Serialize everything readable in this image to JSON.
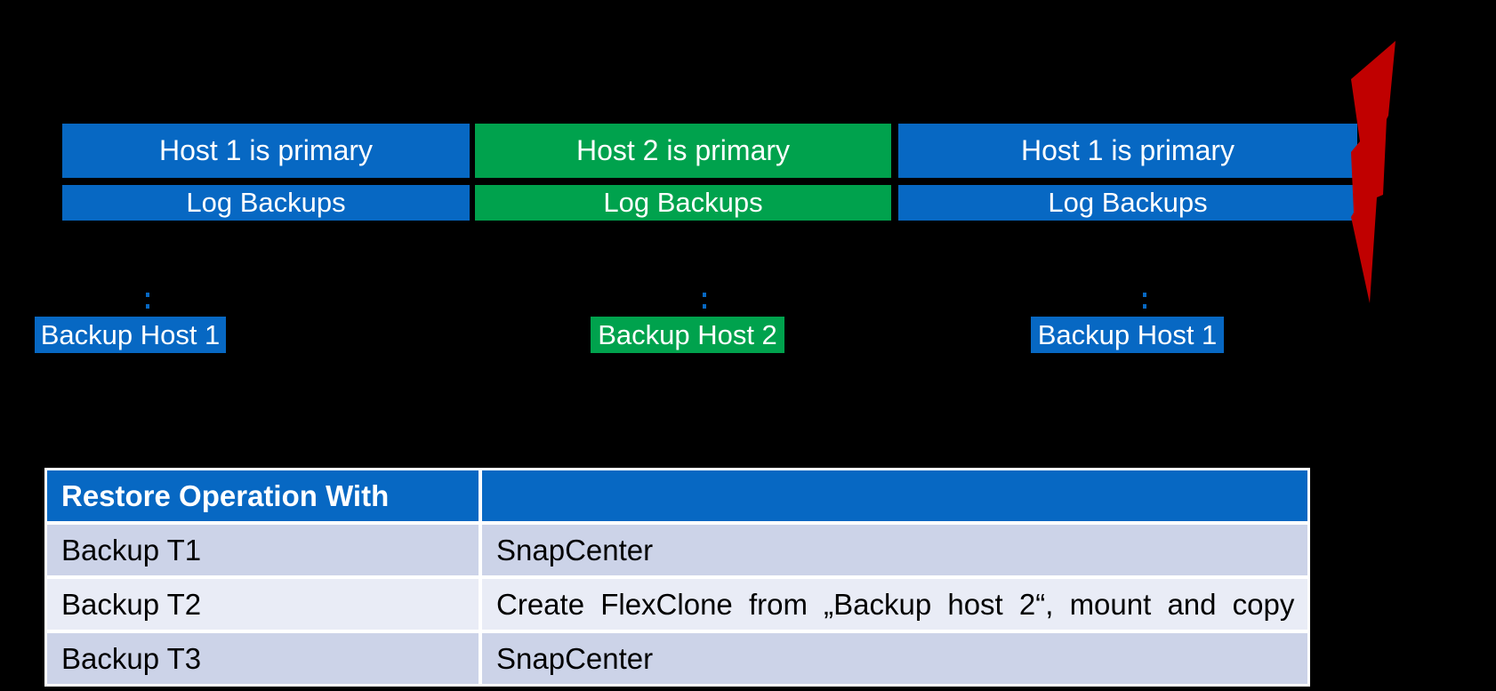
{
  "colors": {
    "background": "#000000",
    "blue": "#0768C3",
    "green": "#00A24D",
    "failure_red": "#C00000",
    "table_header_bg": "#0768C3",
    "table_row_odd_bg": "#CCD3E8",
    "table_row_even_bg": "#E9ECF6",
    "connector_dot": "#0768C3"
  },
  "timeline": {
    "segments": [
      {
        "host_label": "Host 1 is primary",
        "log_label": "Log Backups",
        "color": "#0768C3"
      },
      {
        "host_label": "Host 2 is primary",
        "log_label": "Log Backups",
        "color": "#00A24D"
      },
      {
        "host_label": "Host 1 is primary",
        "log_label": "Log Backups",
        "color": "#0768C3"
      }
    ],
    "backup_labels": [
      {
        "text": "Backup Host 1",
        "color": "#0768C3"
      },
      {
        "text": "Backup Host 2",
        "color": "#00A24D"
      },
      {
        "text": "Backup Host 1",
        "color": "#0768C3"
      }
    ],
    "failure_icon": "lightning-bolt"
  },
  "table": {
    "header": {
      "col1": "Restore Operation With",
      "col2": ""
    },
    "rows": [
      {
        "col1": "Backup T1",
        "col2": "SnapCenter"
      },
      {
        "col1": "Backup T2",
        "col2": "Create FlexClone from „Backup host 2“, mount and copy"
      },
      {
        "col1": "Backup T3",
        "col2": "SnapCenter"
      }
    ]
  }
}
